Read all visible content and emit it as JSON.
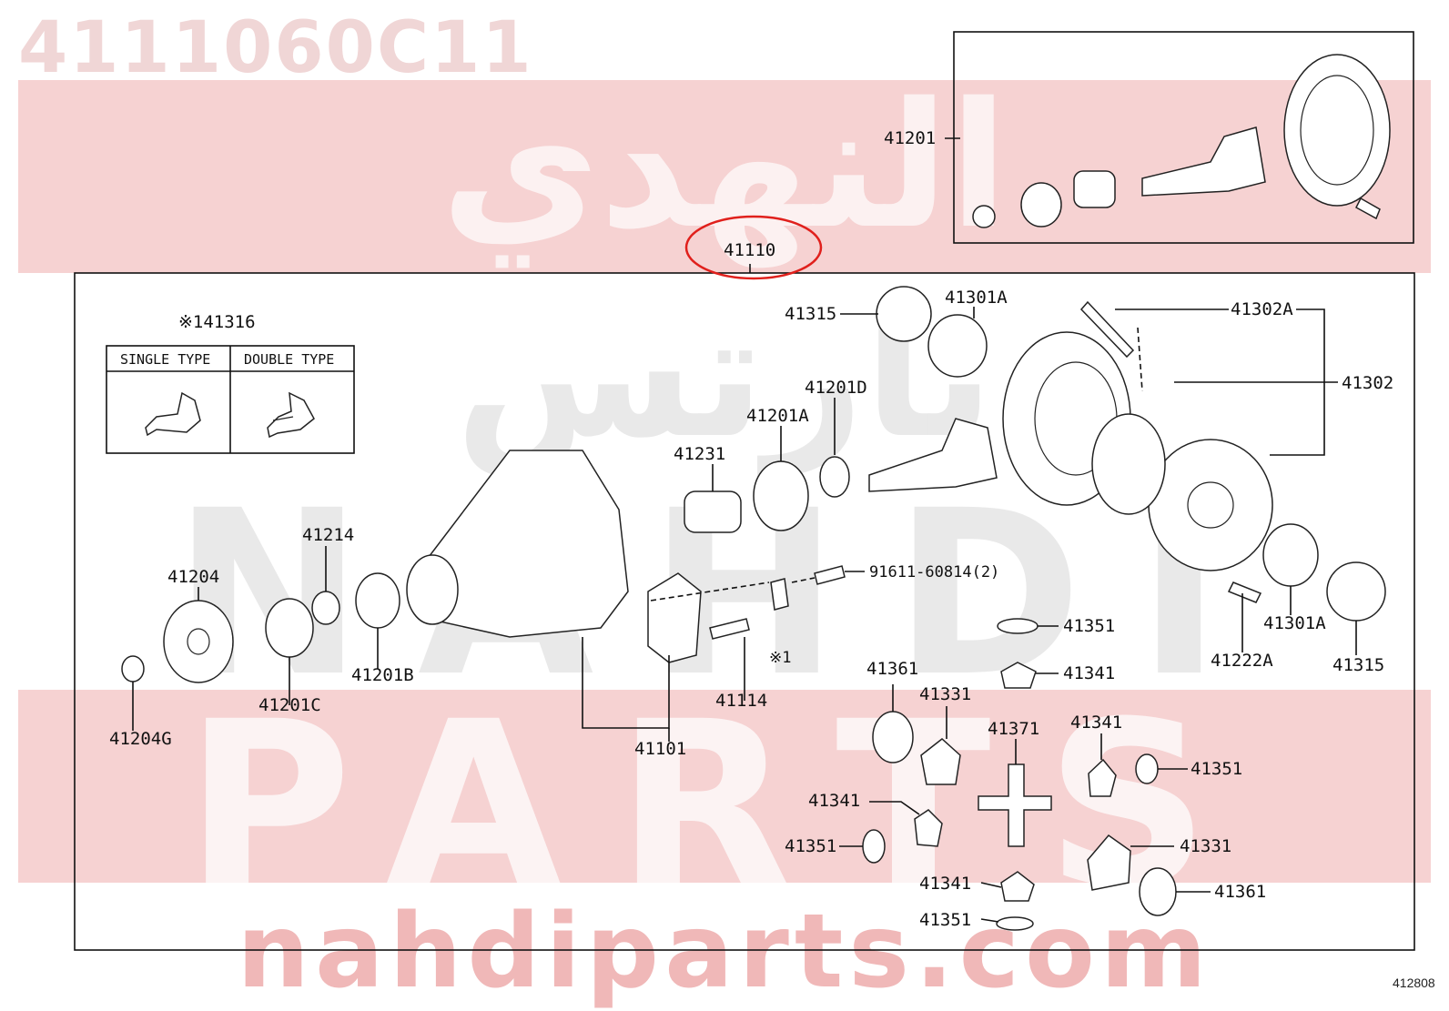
{
  "watermark": {
    "part_number": "4111060C11",
    "arabic_line1": "النهدي",
    "arabic_line2": "بارتس",
    "latin_line1": "NAHDI",
    "latin_line2": "PARTS",
    "domain": "nahdiparts.com"
  },
  "diagram_code": "412808",
  "highlight": {
    "part": "41110",
    "color": "#e0201c"
  },
  "inset_table": {
    "label": "※141316",
    "col1": "SINGLE TYPE",
    "col2": "DOUBLE TYPE"
  },
  "labels": {
    "p41201_top": "41201",
    "p41110": "41110",
    "p41315_a": "41315",
    "p41301A_a": "41301A",
    "p41302A": "41302A",
    "p41302": "41302",
    "p41201D": "41201D",
    "p41201A": "41201A",
    "p41231": "41231",
    "p41214": "41214",
    "p41204": "41204",
    "p41201C": "41201C",
    "p41201B": "41201B",
    "p41204G": "41204G",
    "p41101": "41101",
    "p41114": "41114",
    "p91611": "91611-60814(2)",
    "ref1": "※1",
    "p41351_a": "41351",
    "p41341_a": "41341",
    "p41222A": "41222A",
    "p41301A_b": "41301A",
    "p41315_b": "41315",
    "p41361_a": "41361",
    "p41331_a": "41331",
    "p41371": "41371",
    "p41341_b": "41341",
    "p41351_b": "41351",
    "p41341_c": "41341",
    "p41351_c": "41351",
    "p41331_b": "41331",
    "p41341_d": "41341",
    "p41361_b": "41361",
    "p41351_d": "41351"
  }
}
